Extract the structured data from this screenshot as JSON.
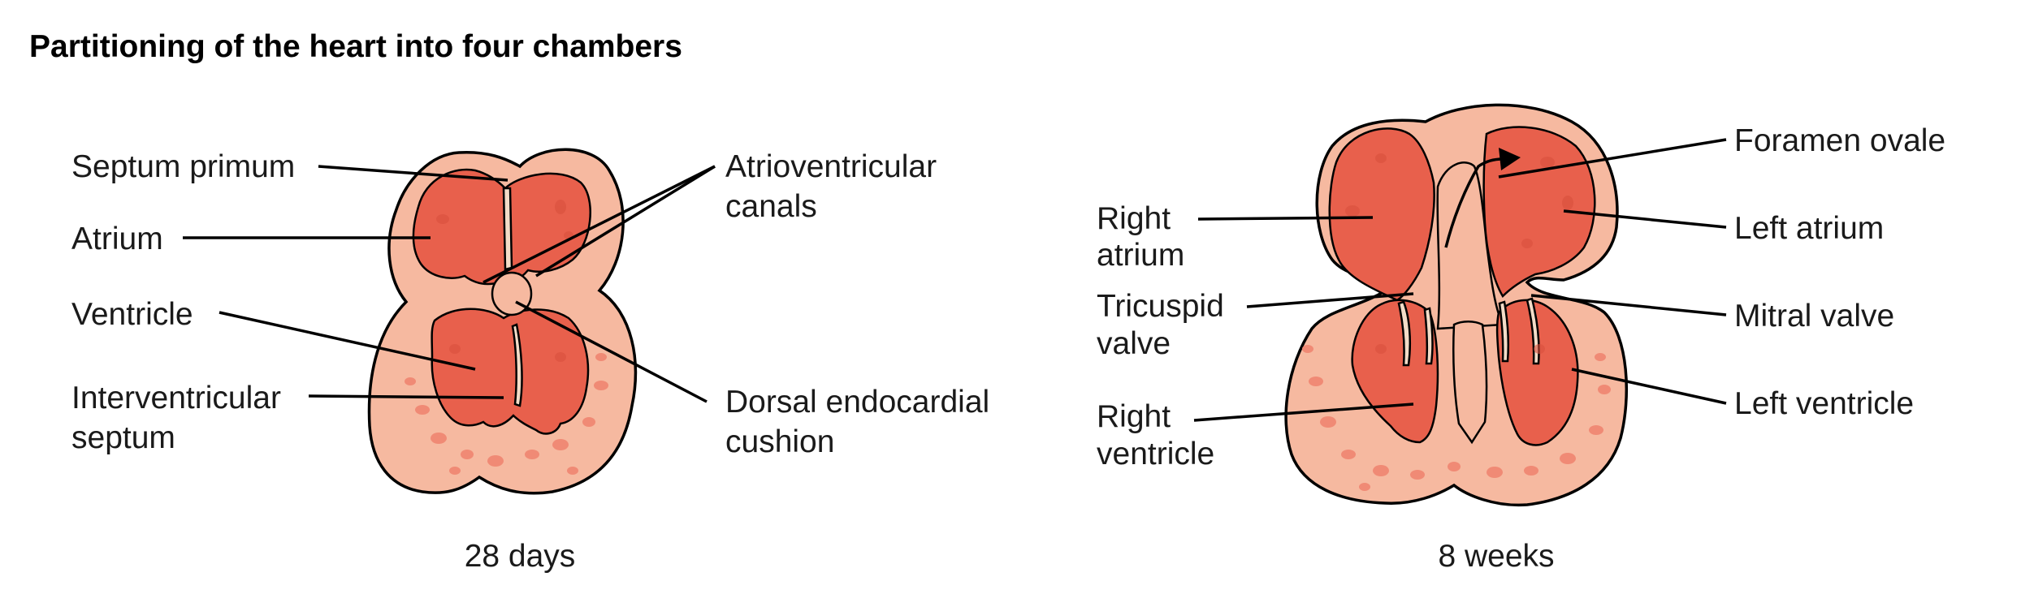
{
  "title": "Partitioning of the heart into four chambers",
  "colors": {
    "tissue": "#f6b9a0",
    "chamber": "#e8604c",
    "spot": "#f08a75",
    "valve": "#f3dcc8"
  },
  "panel_28_days": {
    "caption": "28 days",
    "labels": {
      "septum_primum": "Septum primum",
      "atrium": "Atrium",
      "ventricle": "Ventricle",
      "interventricular_septum": [
        "Interventricular",
        "septum"
      ],
      "atrioventricular_canals": [
        "Atrioventricular",
        "canals"
      ],
      "dorsal_endocardial_cushion": [
        "Dorsal endocardial",
        "cushion"
      ]
    }
  },
  "panel_8_weeks": {
    "caption": "8 weeks",
    "labels": {
      "right_atrium": [
        "Right",
        "atrium"
      ],
      "tricuspid_valve": [
        "Tricuspid",
        "valve"
      ],
      "right_ventricle": [
        "Right",
        "ventricle"
      ],
      "foramen_ovale": "Foramen ovale",
      "left_atrium": "Left atrium",
      "mitral_valve": "Mitral valve",
      "left_ventricle": "Left ventricle"
    }
  }
}
